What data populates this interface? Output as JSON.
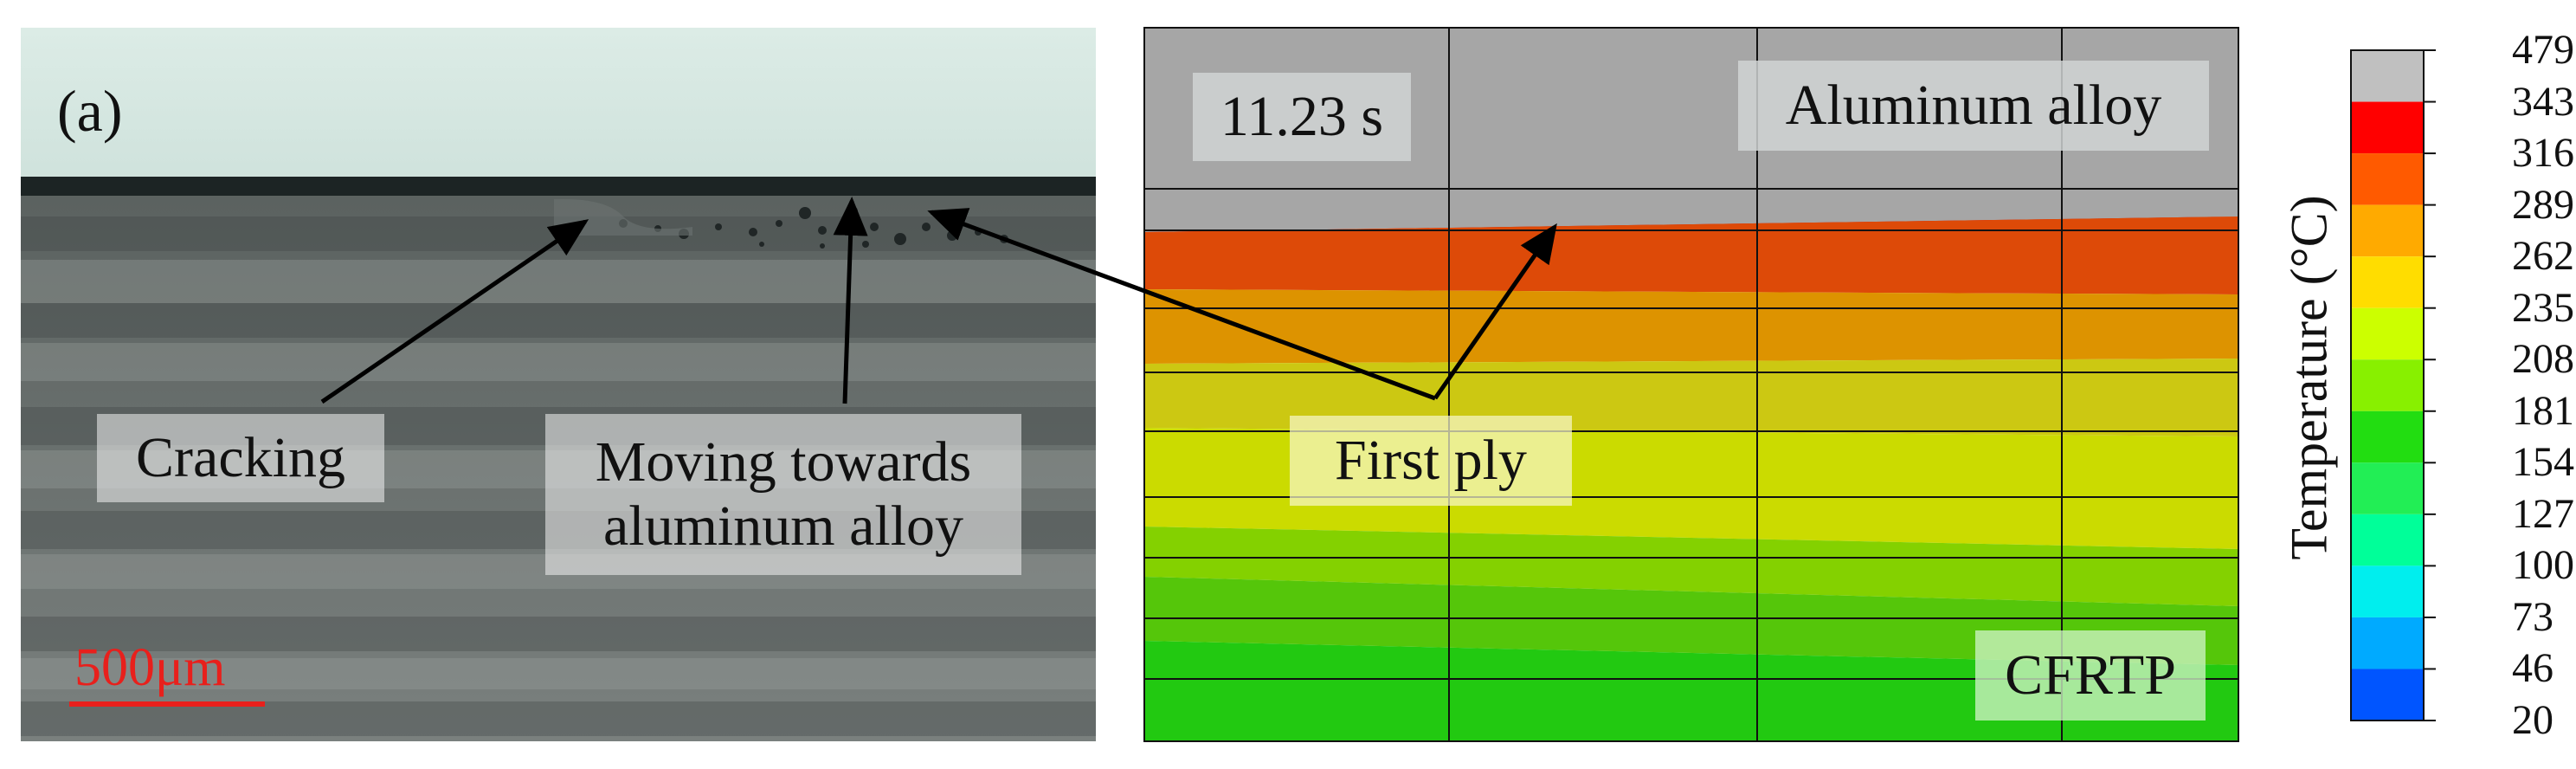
{
  "labels": {
    "panel": "(a)",
    "cracking": "Cracking",
    "moving_line1": "Moving towards",
    "moving_line2": "aluminum alloy",
    "scale_bar": "500μm",
    "time": "11.23 s",
    "aluminum": "Aluminum alloy",
    "first_ply": "First ply",
    "cfrtp": "CFRTP"
  },
  "colorbar": {
    "title": "Temperature (°C)",
    "ticks": [
      "479",
      "343",
      "316",
      "289",
      "262",
      "235",
      "208",
      "181",
      "154",
      "127",
      "100",
      "73",
      "46",
      "20"
    ],
    "colors": [
      "#c0c0c0",
      "#ff0000",
      "#ff5a00",
      "#ffaa00",
      "#ffdd00",
      "#ccff00",
      "#88f000",
      "#22dd11",
      "#22ee55",
      "#00ff99",
      "#00eeee",
      "#00aaff",
      "#0055ff",
      "#0000dd"
    ]
  },
  "simulation": {
    "band_colors": [
      "#dd0000",
      "#dd4a08",
      "#dd9300",
      "#ccc812",
      "#cbdb00",
      "#84d100",
      "#55c60a",
      "#22c911"
    ],
    "aluminum_color": "#a6a6a6"
  },
  "colors": {
    "arrow": "#000000",
    "scale_bar": "#e8201c"
  }
}
